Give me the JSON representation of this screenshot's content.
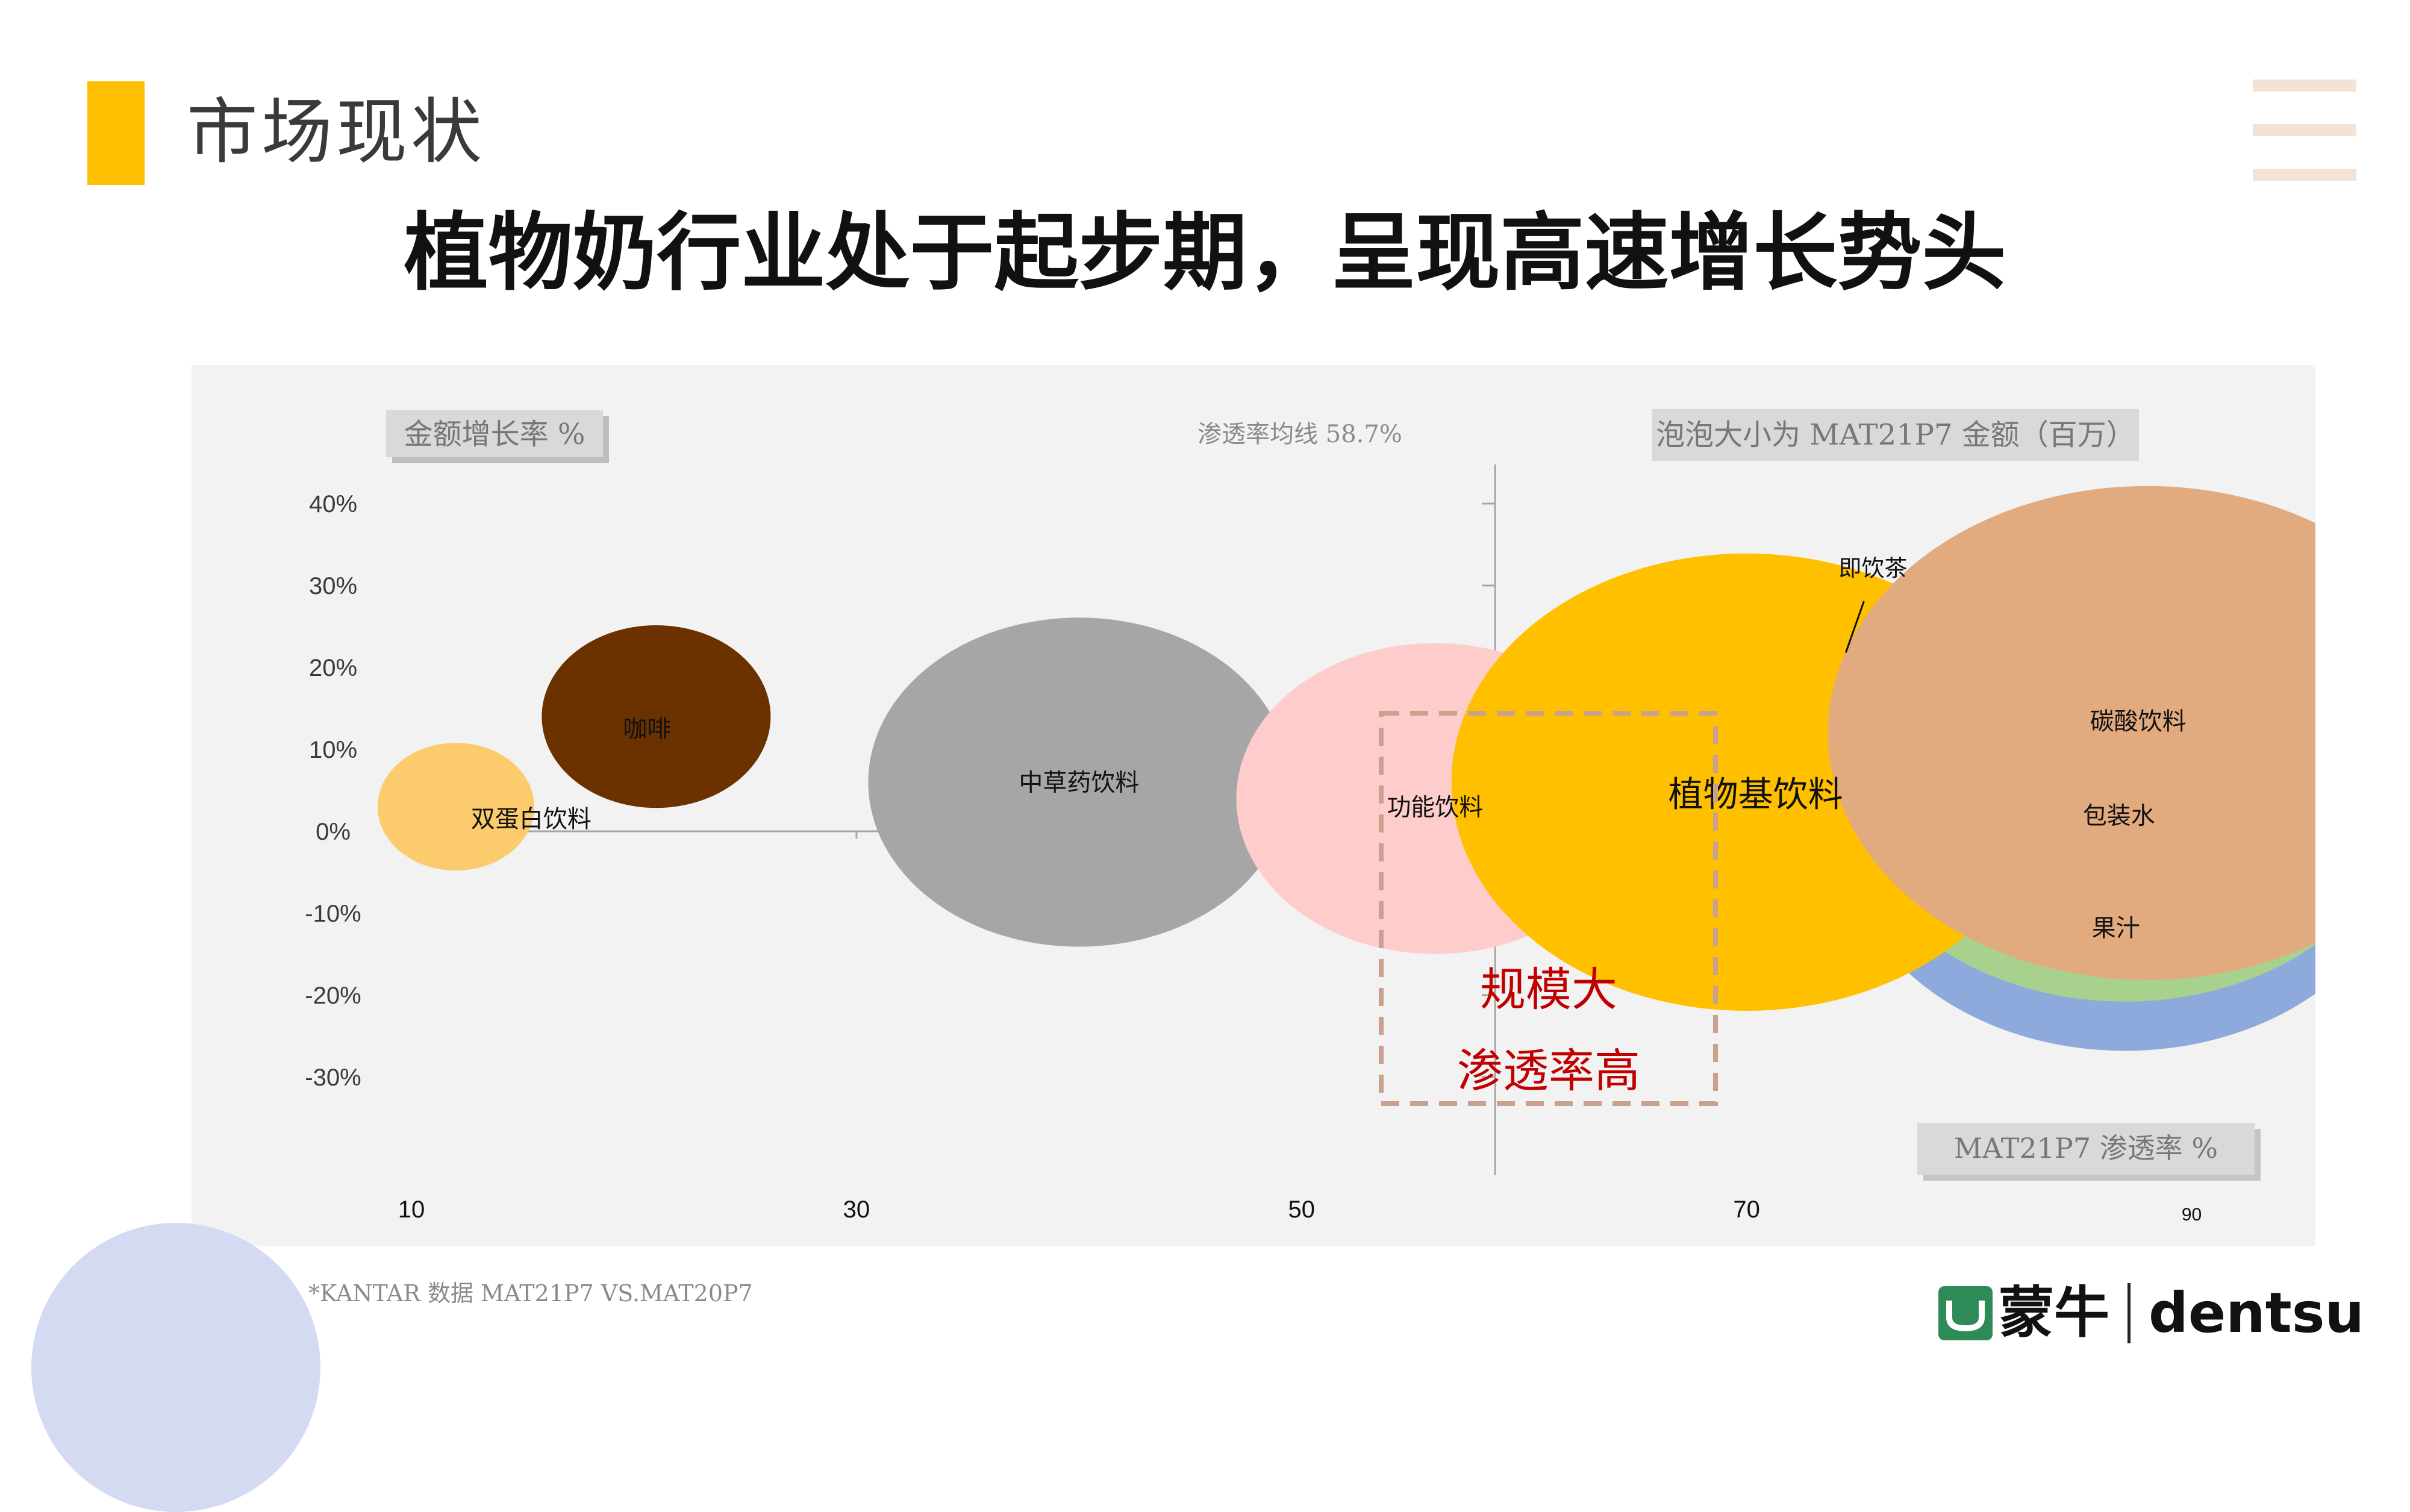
{
  "header": {
    "section_title": "市场现状",
    "headline": "植物奶行业处于起步期，呈现高速增长势头"
  },
  "colors": {
    "accent": "#FDBF00",
    "menu": "#F3E3D6",
    "deco_circle": "#D4DAF2",
    "brand_green": "#2E8B57"
  },
  "icons": {
    "menu": "menu-lines-icon",
    "brand": "mengniu-logo-icon"
  },
  "chart_data": {
    "type": "bubble",
    "y_axis_title": "金额增长率 %",
    "x_axis_title": "MAT21P7 渗透率 %",
    "bubble_size_note": "泡泡大小为 MAT21P7 金额（百万）",
    "avg_line_label": "渗透率均线 58.7%",
    "avg_line_x": 58.7,
    "xlim": [
      10,
      100
    ],
    "ylim": [
      -30,
      40
    ],
    "y_ticks": [
      "40%",
      "30%",
      "20%",
      "10%",
      "0%",
      "-10%",
      "-20%",
      "-30%"
    ],
    "y_tick_values": [
      40,
      30,
      20,
      10,
      0,
      -10,
      -20,
      -30
    ],
    "x_ticks": [
      "10",
      "30",
      "50",
      "70",
      "90"
    ],
    "x_tick_values": [
      10,
      30,
      50,
      70,
      90
    ],
    "series": [
      {
        "name": "双蛋白饮料",
        "x": 12,
        "y": 3,
        "size": 1.0,
        "color": "#FBCB6E"
      },
      {
        "name": "咖啡",
        "x": 21,
        "y": 14,
        "size": 1.6,
        "color": "#6B3200"
      },
      {
        "name": "中草药饮料",
        "x": 40,
        "y": 6,
        "size": 3.2,
        "color": "#A6A6A6"
      },
      {
        "name": "功能饮料",
        "x": 56,
        "y": 4,
        "size": 3.0,
        "color": "#FFCCCC"
      },
      {
        "name": "即饮茶",
        "x": 75,
        "y": 13,
        "size": 2.5,
        "color": "#D8C9A2"
      },
      {
        "name": "果汁",
        "x": 87,
        "y": 0,
        "size": 4.4,
        "color": "#8EA9DB"
      },
      {
        "name": "包装水",
        "x": 87,
        "y": 6,
        "size": 4.4,
        "color": "#A9D18E"
      },
      {
        "name": "植物基饮料",
        "x": 70,
        "y": 6,
        "size": 4.6,
        "color": "#FFC000"
      },
      {
        "name": "碳酸饮料",
        "x": 88,
        "y": 12,
        "size": 5.0,
        "color": "#E2AA7F"
      }
    ],
    "highlight_box": {
      "lines": [
        "规模大",
        "渗透率高"
      ],
      "color": "#C00000"
    },
    "footnote": "*KANTAR 数据 MAT21P7 VS.MAT20P7"
  },
  "logo": {
    "brand_cn": "蒙牛",
    "brand_en": "dentsu"
  }
}
